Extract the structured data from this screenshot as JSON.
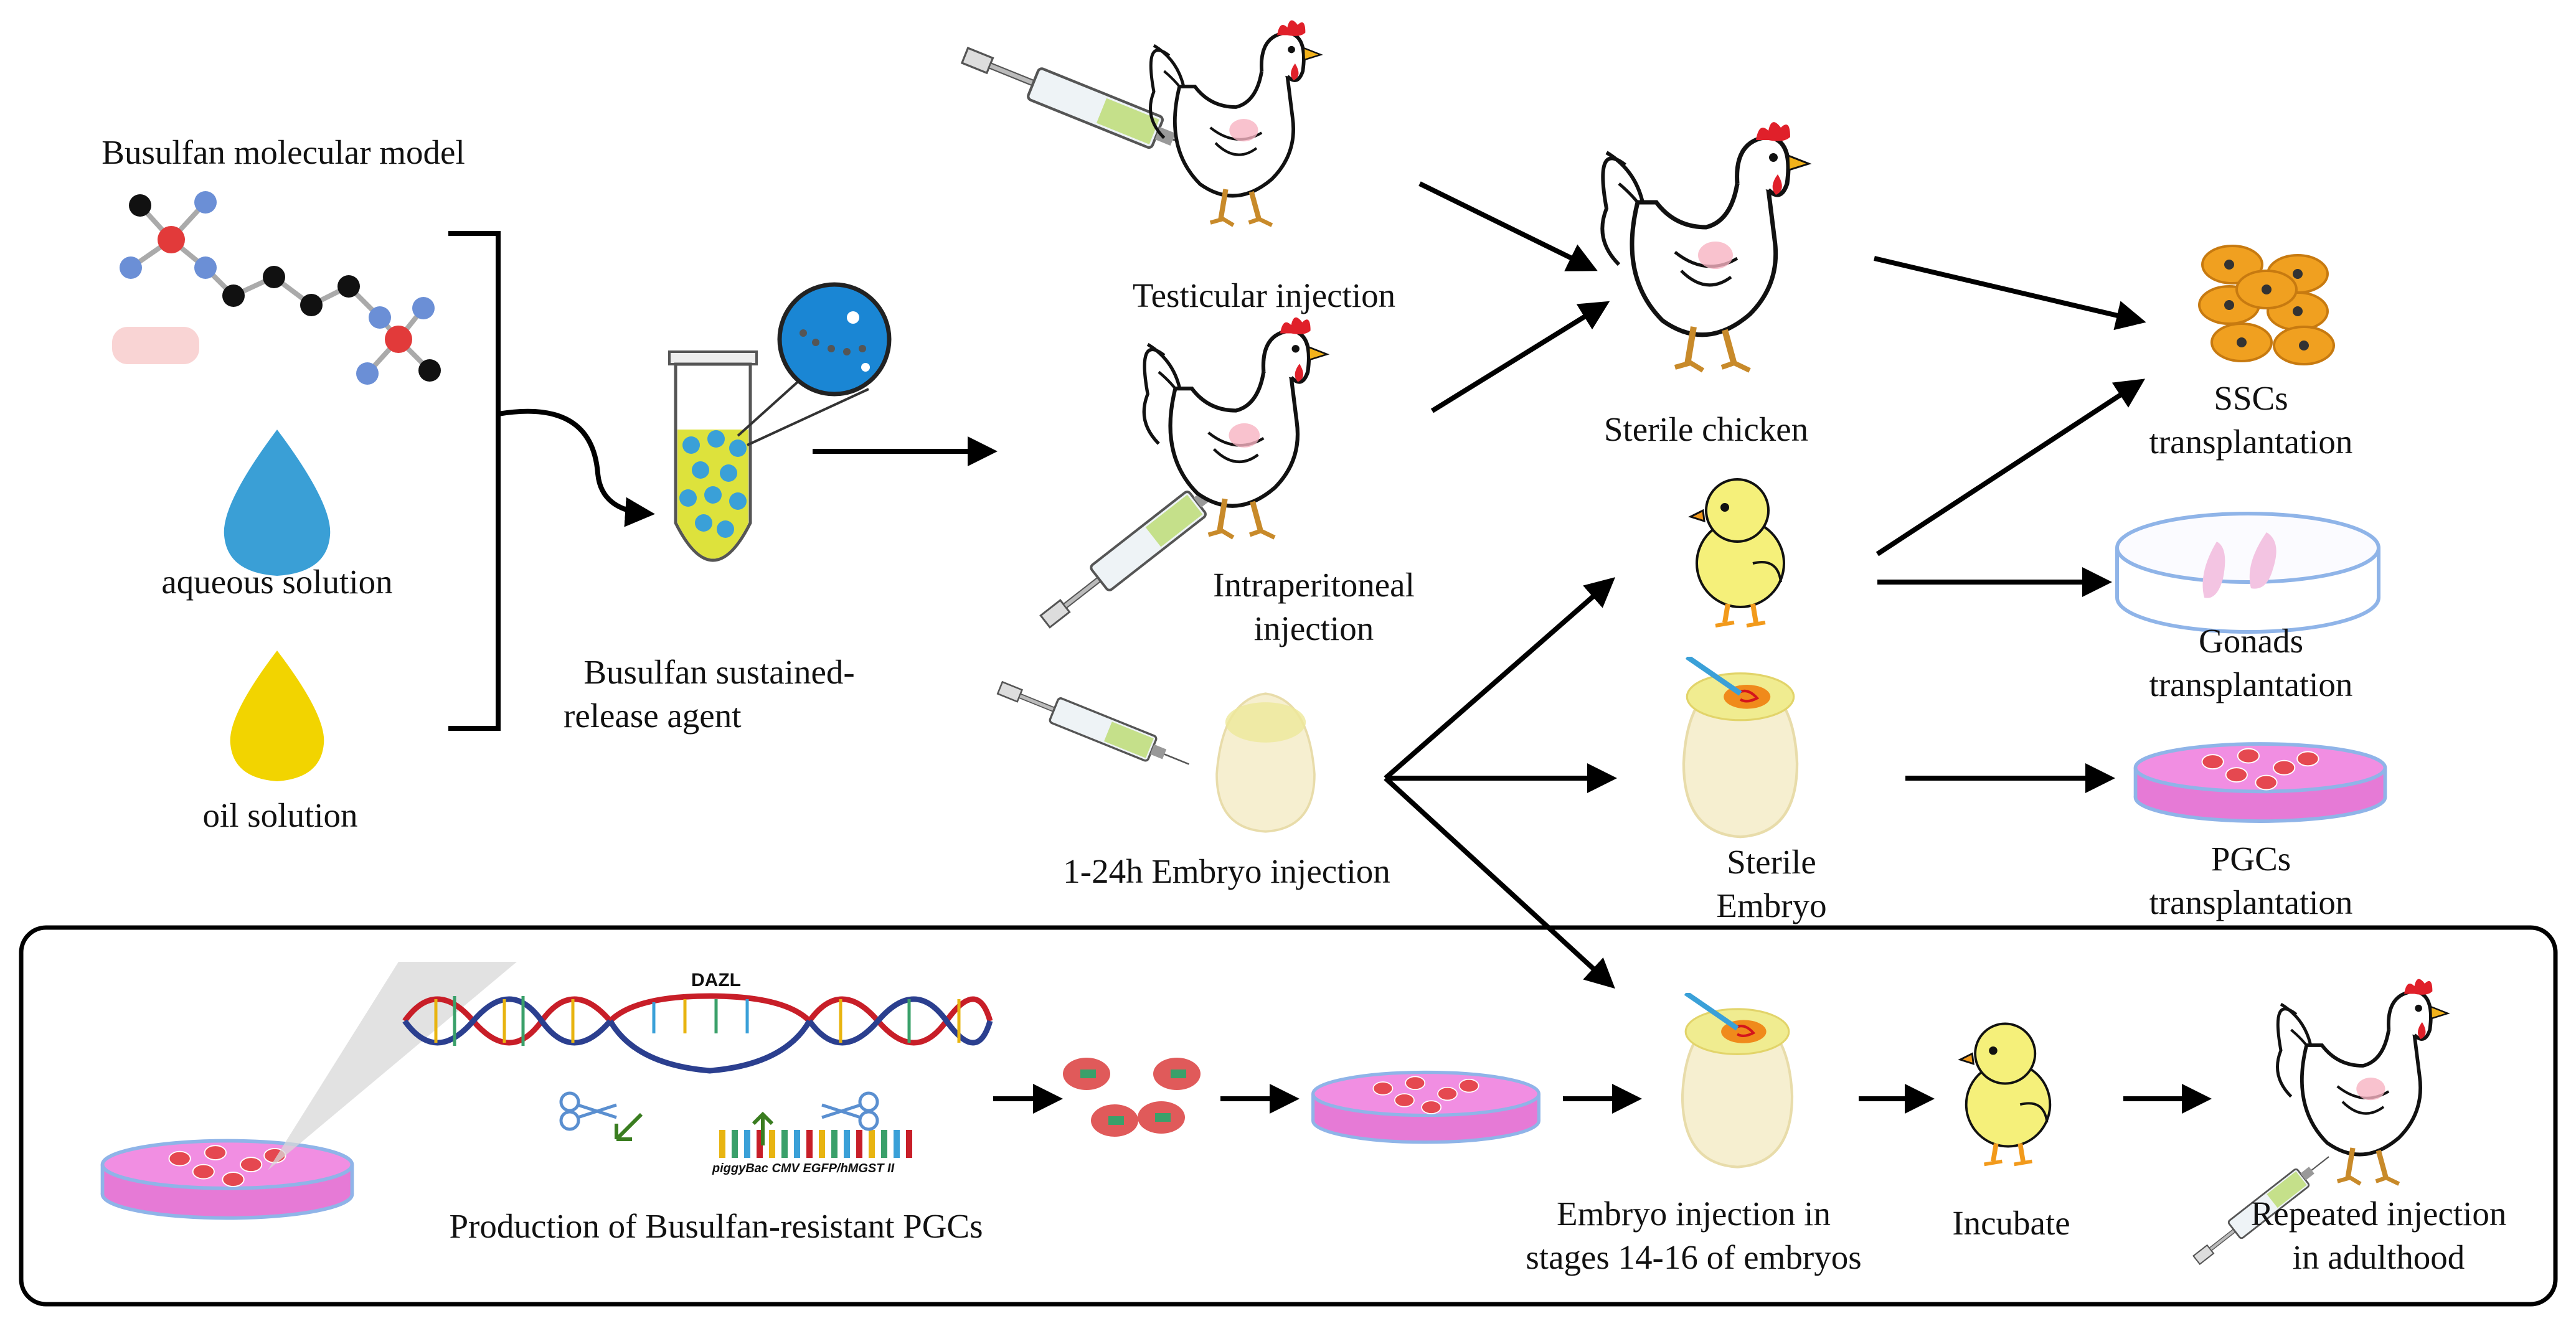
{
  "labels": {
    "molecule": "Busulfan molecular model",
    "aqueous": "aqueous solution",
    "oil": "oil solution",
    "agent_l1": "Busulfan sustained-",
    "agent_l2": "release agent",
    "testicular": "Testicular injection",
    "intraperitoneal_l1": "Intraperitoneal",
    "intraperitoneal_l2": "injection",
    "embryo_injection": "1-24h Embryo injection",
    "sterile_chicken": "Sterile chicken",
    "sterile_embryo_l1": "Sterile",
    "sterile_embryo_l2": "Embryo",
    "sscs_l1": "SSCs",
    "sscs_l2": "transplantation",
    "gonads_l1": "Gonads",
    "gonads_l2": "transplantation",
    "pgcs_l1": "PGCs",
    "pgcs_l2": "transplantation",
    "production": "Production of Busulfan-resistant PGCs",
    "stage_inj_l1": "Embryo injection in",
    "stage_inj_l2": "stages 14-16 of embryos",
    "incubate": "Incubate",
    "repeated_l1": "Repeated injection",
    "repeated_l2": "in adulthood",
    "dazl": "DAZL",
    "construct": "piggyBac CMV EGFP/hMGST II"
  },
  "colors": {
    "dish_pink": "#e67ad6",
    "dish_rim": "#8fb4e8",
    "chick_yellow": "#f5f07a",
    "egg": "#f6efd0",
    "water_drop": "#3a9fd6",
    "oil_drop": "#f2d400",
    "dna_red": "#c81e28",
    "dna_blue": "#2b3f8f",
    "cell_orange": "#f0a020",
    "comb_red": "#e0202a",
    "tube_yellow": "#dde23c",
    "bead_blue": "#3aa0d8"
  }
}
